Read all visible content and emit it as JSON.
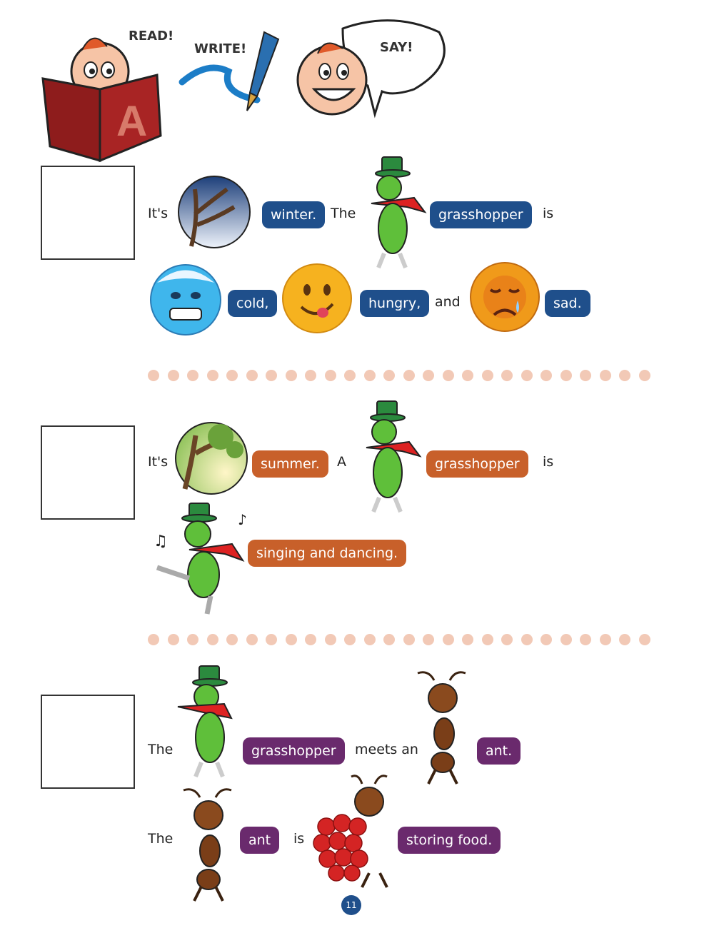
{
  "header": {
    "read": "READ!",
    "write": "WRITE!",
    "say": "SAY!"
  },
  "colors": {
    "blue": "#1f4f8b",
    "orange": "#c8602a",
    "purple": "#6a2a6d",
    "dots": "#f2c9b6"
  },
  "section1": {
    "w1": "It's",
    "p1": "winter.",
    "w2": "The",
    "p2": "grasshopper",
    "w3": "is",
    "p3": "cold,",
    "p4": "hungry,",
    "w4": "and",
    "p5": "sad."
  },
  "section2": {
    "w1": "It's",
    "p1": "summer.",
    "w2": "A",
    "p2": "grasshopper",
    "w3": "is",
    "p3": "singing and dancing."
  },
  "section3": {
    "w1": "The",
    "p1": "grasshopper",
    "w2": "meets an",
    "p2": "ant.",
    "w3": "The",
    "p3": "ant",
    "w4": "is",
    "p4": "storing food."
  },
  "page_number": "11"
}
